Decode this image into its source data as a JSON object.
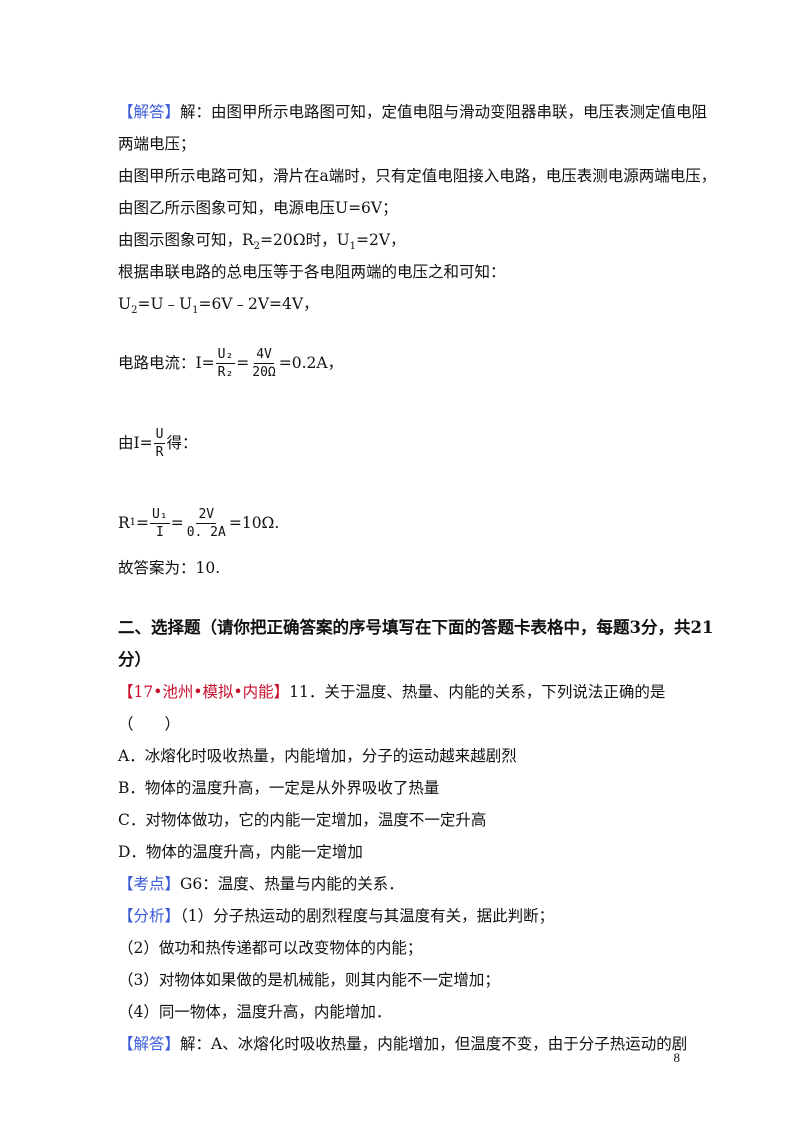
{
  "part1": {
    "jieda_tag": "【解答】",
    "l1": "解：由图甲所示电路图可知，定值电阻与滑动变阻器串联，电压表测定值电阻两端电压；",
    "l2": "由图甲所示电路可知，滑片在a端时，只有定值电阻接入电路，电压表测电源两端电压，由图乙所示图象可知，电源电压U=6V；",
    "l3_a": "由图示图象可知，R",
    "l3_s1": "2",
    "l3_b": "=20Ω时，U",
    "l3_s2": "1",
    "l3_c": "=2V，",
    "l4": "根据串联电路的总电压等于各电阻两端的电压之和可知：",
    "l5_a": "U",
    "l5_s1": "2",
    "l5_b": "=U﹣U",
    "l5_s2": "1",
    "l5_c": "=6V﹣2V=4V，",
    "f1_pre": "电路电流：I=",
    "f1_n1": "U₂",
    "f1_d1": "R₂",
    "f1_eq": "=",
    "f1_n2": "4V",
    "f1_d2": "20Ω",
    "f1_post": "=0.2A，",
    "f2_pre": "由I=",
    "f2_n": "U",
    "f2_d": "R",
    "f2_post": "得：",
    "f3_pre": "R",
    "f3_s": "1",
    "f3_eq1": "=",
    "f3_n1": "U₁",
    "f3_d1": "I",
    "f3_eq2": "=",
    "f3_n2": "2V",
    "f3_d2": "0. 2A",
    "f3_post": "=10Ω.",
    "answer": "故答案为：10."
  },
  "section2": {
    "heading": "二、选择题（请你把正确答案的序号填写在下面的答题卡表格中，每题3分，共21分）"
  },
  "q11": {
    "source": "【17•池州•模拟•内能】",
    "stem": "11．关于温度、热量、内能的关系，下列说法正确的是（　　）",
    "options": [
      "A．冰熔化时吸收热量，内能增加，分子的运动越来越剧烈",
      "B．物体的温度升高，一定是从外界吸收了热量",
      "C．对物体做功，它的内能一定增加，温度不一定升高",
      "D．物体的温度升高，内能一定增加"
    ],
    "kaodian_tag": "【考点】",
    "kaodian": "G6：温度、热量与内能的关系．",
    "fenxi_tag": "【分析】",
    "fenxi": [
      "（1）分子热运动的剧烈程度与其温度有关，据此判断；",
      "（2）做功和热传递都可以改变物体的内能；",
      "（3）对物体如果做的是机械能，则其内能不一定增加；",
      "（4）同一物体，温度升高，内能增加．"
    ],
    "jieda_tag": "【解答】",
    "jieda": "解：A、冰熔化时吸收热量，内能增加，但温度不变，由于分子热运动的剧"
  },
  "page_number": "8",
  "colors": {
    "tag": "#3b5bd9",
    "source": "#c8102e",
    "text": "#111111"
  }
}
